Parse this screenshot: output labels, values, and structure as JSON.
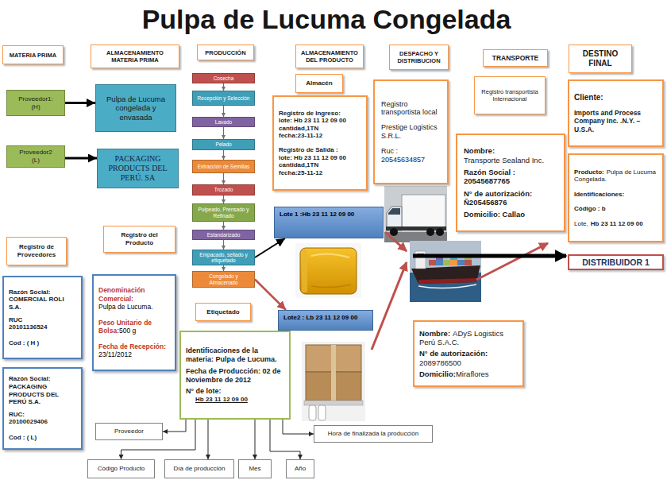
{
  "diagram": {
    "title": "Pulpa de Lucuma Congelada",
    "nodes": [
      {
        "text": [
          "MATERIA PRIMA"
        ]
      },
      {
        "text": [
          "ALMACENAMIENTO MATERIA PRIMA"
        ]
      },
      {
        "text": [
          "PRODUCCIÓN"
        ]
      },
      {
        "text": [
          "ALMACENAMIENTO DEL PRODUCTO"
        ]
      },
      {
        "text": [
          "DESPACHO Y DISTRIBUCION"
        ]
      },
      {
        "text": [
          "TRANSPORTE"
        ]
      },
      {
        "text": [
          "DESTINO FINAL"
        ]
      },
      {
        "text": [
          "Proveedor1:",
          "(H)"
        ]
      },
      {
        "text": [
          "Pulpa de Lucuma congelada y envasada"
        ]
      },
      {
        "text": [
          "Proveedor2",
          "(L)"
        ]
      },
      {
        "text": [
          "PACKAGING PRODUCTS DEL PERÚ. SA"
        ]
      },
      {
        "text": [
          "Cosecha"
        ]
      },
      {
        "text": [
          "Recepción y Selección"
        ]
      },
      {
        "text": [
          "Lavado"
        ]
      },
      {
        "text": [
          "Pelado"
        ]
      },
      {
        "text": [
          "Extracción de Semillas"
        ]
      },
      {
        "text": [
          "Trozado"
        ]
      },
      {
        "text": [
          "Pulpeado, Prensado y Refinado"
        ]
      },
      {
        "text": [
          "Estandarizado"
        ]
      },
      {
        "text": [
          "Empacado, sellado y etiquetado"
        ]
      },
      {
        "text": [
          "Congelado y Almacenado"
        ]
      },
      {
        "text": [
          "Almacén"
        ]
      },
      {
        "text": [
          "Registro de Ingreso:",
          "lote: Hb 23 11 12 09 00",
          "cantidad,1TN",
          "fecha:23-11-12",
          "Registro de Salida :",
          "lote: Hb 23 11 12 09 00",
          "cantidad,1TN",
          "fecha:25-11-12"
        ]
      },
      {
        "text": [
          "Registro transportista local",
          "Prestige Logistics S.R.L.",
          "Ruc :",
          "20545634857"
        ]
      },
      {
        "text": [
          "Registro transportista Internacional"
        ]
      },
      {
        "text": [
          "Nombre:",
          "Transporte Sealand Inc.",
          "Razón Social :",
          "20545687765",
          "N° de autorización:",
          "Ñ205456876",
          "Domicilio: Callao"
        ]
      },
      {
        "text": [
          "Cliente:",
          "Imports and Process Company Inc. .N.Y. – U.S.A."
        ]
      },
      {
        "text": [
          "Producto:",
          "Pulpa de Lucuma Congelada.",
          "Identificaciones:",
          "Código : b",
          "Lote,",
          "Hb 23 11 12 09 00"
        ]
      },
      {
        "text": [
          "Lote 1 :Hb 23 11 12 09 00"
        ]
      },
      {
        "text": [
          "DISTRIBUIDOR 1"
        ]
      },
      {
        "text": [
          "Registro de Proveedores"
        ]
      },
      {
        "text": [
          "Registro del Producto"
        ]
      },
      {
        "text": [
          "Razón Social:",
          "COMERCIAL ROLI S.A.",
          "RUC",
          "20101136524",
          "Cod : ( H )"
        ]
      },
      {
        "text": [
          "Denominación Comercial:",
          "Pulpa de Lucuma.",
          "Peso Unitario de Bolsa:",
          "500 g",
          "Fecha de Recepción:",
          "23/11/2012"
        ]
      },
      {
        "text": [
          "Etiquetado"
        ]
      },
      {
        "text": [
          "Lote2 : Lb 23 11 12 09 00"
        ]
      },
      {
        "text": [
          "Nombre:",
          "ADyS Logistics Perú S.A.C.",
          "N° de autorización:",
          "2089786500",
          "Domicilio:",
          "Miraflores"
        ]
      },
      {
        "text": [
          "Razón Social:",
          "PACKAGING PRODUCTS DEL PERÚ S.A.",
          "RUC:",
          "20100029406",
          "Cod : ( L)"
        ]
      },
      {
        "text": [
          "Identificaciones de la materia: Pulpa de Lucuma.",
          "Fecha de Producción: 02 de Noviembre de 2012",
          "N° de lote:",
          "Hb 23 11 12 09 00"
        ]
      },
      {
        "text": [
          "Proveedor"
        ]
      },
      {
        "text": [
          "Hora de finalizada la producción"
        ]
      },
      {
        "text": [
          "Código Producto"
        ]
      },
      {
        "text": [
          "Día de producción"
        ]
      },
      {
        "text": [
          "Mes"
        ]
      },
      {
        "text": [
          "Año"
        ]
      }
    ],
    "edges": [
      {
        "from": 7,
        "to": 8,
        "arrow": "to"
      },
      {
        "from": 9,
        "to": 10,
        "arrow": "to"
      },
      {
        "from": 11,
        "to": 12,
        "arrow": "to"
      },
      {
        "from": 12,
        "to": 13,
        "arrow": "to"
      },
      {
        "from": 13,
        "to": 14,
        "arrow": "to"
      },
      {
        "from": 14,
        "to": 15,
        "arrow": "to"
      },
      {
        "from": 15,
        "to": 16,
        "arrow": "to"
      },
      {
        "from": 16,
        "to": 17,
        "arrow": "to"
      },
      {
        "from": 17,
        "to": 18,
        "arrow": "to"
      },
      {
        "from": 18,
        "to": 19,
        "arrow": "to"
      },
      {
        "from": 19,
        "to": 20,
        "arrow": "to"
      },
      {
        "from": 19,
        "to": 28,
        "arrow": "to"
      },
      {
        "from": 20,
        "to": 35,
        "arrow": "to"
      },
      {
        "from": 38,
        "to": 39,
        "arrow": "to"
      },
      {
        "from": 38,
        "to": 41,
        "arrow": "to"
      },
      {
        "from": 38,
        "to": 42,
        "arrow": "to"
      },
      {
        "from": 38,
        "to": 43,
        "arrow": "to"
      },
      {
        "from": 38,
        "to": 44,
        "arrow": "to"
      },
      {
        "from": 38,
        "to": 40,
        "arrow": "to"
      }
    ]
  }
}
